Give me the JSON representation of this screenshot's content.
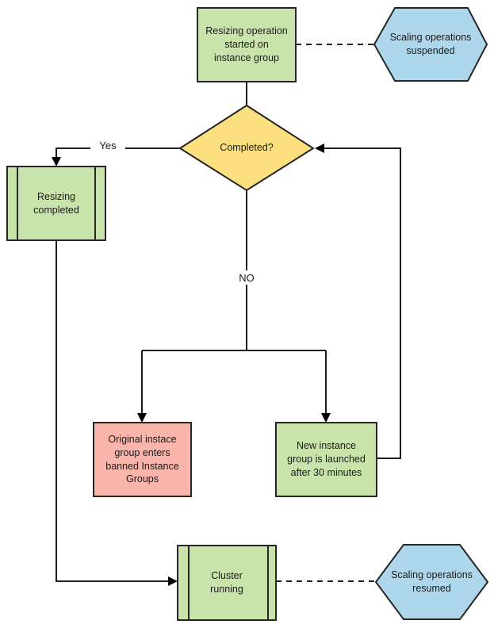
{
  "diagram": {
    "nodes": {
      "resizing_start": {
        "type": "process",
        "label": "Resizing operation\nstarted on\ninstance group"
      },
      "scaling_suspended": {
        "type": "terminator-hexagon",
        "label": "Scaling operations\nsuspended"
      },
      "completed": {
        "type": "decision",
        "label": "Completed?"
      },
      "resizing_completed": {
        "type": "predefined-process",
        "label": "Resizing\ncompleted"
      },
      "banned_group": {
        "type": "process",
        "label": "Original instace\ngroup enters\nbanned Instance\nGroups"
      },
      "new_instance": {
        "type": "process",
        "label": "New instance\ngroup is launched\nafter 30 minutes"
      },
      "cluster_running": {
        "type": "predefined-process",
        "label": "Cluster\nrunning"
      },
      "scaling_resumed": {
        "type": "terminator-hexagon",
        "label": "Scaling operations\nresumed"
      }
    },
    "edge_labels": {
      "yes": "Yes",
      "no": "NO"
    },
    "colors": {
      "process_green": "#c9e4ab",
      "decision_yellow": "#fcdf7e",
      "event_blue": "#aed7eb",
      "warning_pink": "#f9b5ac",
      "shape_border": "#262626",
      "connector": "#000000"
    }
  }
}
